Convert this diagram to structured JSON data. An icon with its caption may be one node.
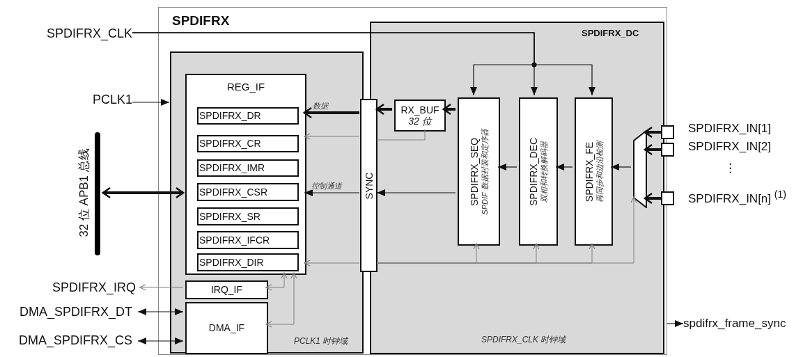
{
  "diagram": {
    "nodes": [
      {
        "text": [
          "SPDIFRX"
        ]
      },
      {
        "text": [
          "PCLK1 时钟域"
        ],
        "in": 0
      },
      {
        "text": [
          "REG_IF"
        ],
        "in": 1
      },
      {
        "text": [
          "SPDIFRX_DR"
        ],
        "in": 2
      },
      {
        "text": [
          "SPDIFRX_CR"
        ],
        "in": 2
      },
      {
        "text": [
          "SPDIFRX_IMR"
        ],
        "in": 2
      },
      {
        "text": [
          "SPDIFRX_CSR"
        ],
        "in": 2
      },
      {
        "text": [
          "SPDIFRX_SR"
        ],
        "in": 2
      },
      {
        "text": [
          "SPDIFRX_IFCR"
        ],
        "in": 2
      },
      {
        "text": [
          "SPDIFRX_DIR"
        ],
        "in": 2
      },
      {
        "text": [
          "IRQ_IF"
        ],
        "in": 1
      },
      {
        "text": [
          "DMA_IF"
        ],
        "in": 1
      },
      {
        "text": [
          "SYNC"
        ],
        "in": 0
      },
      {
        "text": [
          "SPDIFRX_DC",
          "SPDIFRX_CLK 时钟域"
        ],
        "in": 0
      },
      {
        "text": [
          "RX_BUF",
          "32 位"
        ],
        "in": 13
      },
      {
        "text": [
          "SPDIFRX_SEQ",
          "SPDIF 数据封装和定序器"
        ],
        "in": 13
      },
      {
        "text": [
          "SPDIFRX_DEC",
          "双相和转换解码器"
        ],
        "in": 13
      },
      {
        "text": [
          "SPDIFRX_FE",
          "再同步和边沿检测"
        ],
        "in": 13
      },
      {
        "text": [],
        "shape": "trapezoid",
        "in": 13
      },
      {
        "text": [],
        "shape": "box",
        "beside": [
          "SPDIFRX_IN[1]"
        ]
      },
      {
        "text": [],
        "shape": "box",
        "beside": [
          "SPDIFRX_IN[2]"
        ]
      },
      {
        "text": [],
        "shape": "box",
        "beside": [
          "SPDIFRX_IN[n] $^{(1)}$"
        ]
      },
      {
        "text": [
          "SPDIFRX_CLK"
        ]
      },
      {
        "text": [
          "PCLK1"
        ]
      },
      {
        "text": [],
        "shape": "bar",
        "beside": [
          "32 位 APB1 总线"
        ]
      },
      {
        "text": [
          "SPDIFRX_IRQ"
        ]
      },
      {
        "text": [
          "DMA_SPDIFRX_DT"
        ]
      },
      {
        "text": [
          "DMA_SPDIFRX_CS"
        ]
      },
      {
        "text": [
          "spdifrx_frame_sync"
        ]
      }
    ],
    "edges": [
      {
        "from": 22,
        "to": 15,
        "arrow": "to"
      },
      {
        "from": 22,
        "to": 16,
        "arrow": "to"
      },
      {
        "from": 22,
        "to": 17,
        "arrow": "to"
      },
      {
        "from": 23,
        "to": 1,
        "arrow": "to"
      },
      {
        "from": 24,
        "to": 2,
        "arrow": "both",
        "style": "thick"
      },
      {
        "from": 12,
        "to": 2,
        "arrow": "to",
        "label": "数据",
        "style": "thick"
      },
      {
        "from": 14,
        "to": 12,
        "arrow": "to",
        "style": "thick"
      },
      {
        "from": 15,
        "to": 14,
        "arrow": "to",
        "style": "thick"
      },
      {
        "from": 14,
        "to": 12,
        "arrow": "none",
        "color": "#808080"
      },
      {
        "from": 12,
        "to": 2,
        "arrow": "to",
        "color": "#808080"
      },
      {
        "from": 15,
        "to": 12,
        "arrow": "to"
      },
      {
        "from": 12,
        "to": 2,
        "arrow": "to",
        "label": "控制通道"
      },
      {
        "from": 16,
        "to": 15,
        "arrow": "to"
      },
      {
        "from": 17,
        "to": 16,
        "arrow": "to"
      },
      {
        "from": 18,
        "to": 17,
        "arrow": "to"
      },
      {
        "from": 19,
        "to": 18,
        "arrow": "to",
        "style": "thick"
      },
      {
        "from": 20,
        "to": 18,
        "arrow": "to",
        "style": "thick"
      },
      {
        "from": 21,
        "to": 18,
        "arrow": "to",
        "style": "thick"
      },
      {
        "from": 12,
        "to": 15,
        "arrow": "to",
        "color": "#808080"
      },
      {
        "from": 12,
        "to": 16,
        "arrow": "to",
        "color": "#808080"
      },
      {
        "from": 12,
        "to": 17,
        "arrow": "to",
        "color": "#808080"
      },
      {
        "from": 12,
        "to": 18,
        "arrow": "to",
        "color": "#808080"
      },
      {
        "from": 12,
        "to": 2,
        "arrow": "to",
        "color": "#808080"
      },
      {
        "from": 2,
        "to": 10,
        "arrow": "both",
        "color": "#808080"
      },
      {
        "from": 2,
        "to": 11,
        "arrow": "both",
        "color": "#808080"
      },
      {
        "from": 10,
        "to": 25,
        "arrow": "to",
        "color": "#808080"
      },
      {
        "from": 11,
        "to": 26,
        "arrow": "both"
      },
      {
        "from": 11,
        "to": 27,
        "arrow": "both"
      },
      {
        "from": 0,
        "to": 28,
        "arrow": "to"
      }
    ],
    "labels": [
      "⋮"
    ]
  }
}
